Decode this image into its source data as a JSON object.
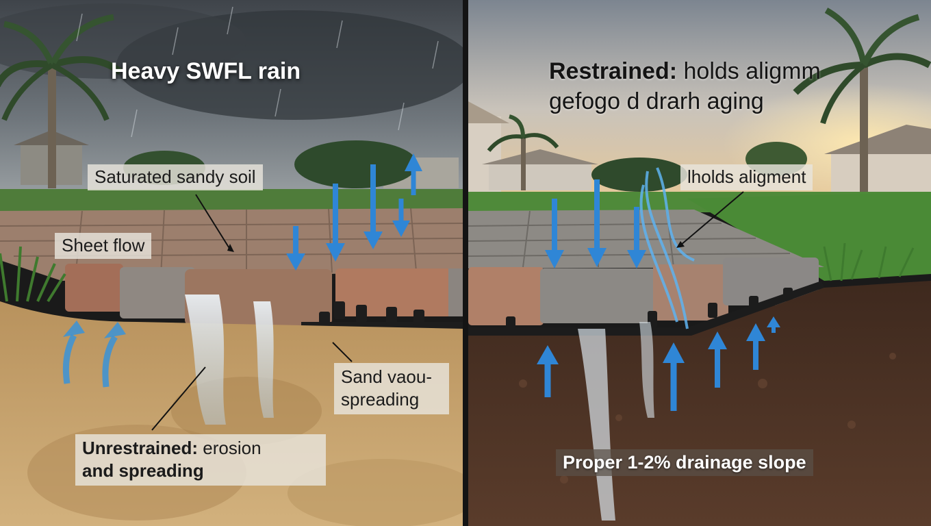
{
  "left": {
    "title": "Heavy SWFL rain",
    "callouts": {
      "soil": "Saturated sandy soil",
      "sheet_flow": "Sheet flow",
      "sand_line1": "Sand vaou-",
      "sand_line2": "spreading",
      "unrestrained_bold": "Unrestrained:",
      "unrestrained_rest": " erosion",
      "unrestrained_line2": "and spreading"
    }
  },
  "right": {
    "title_bold": "Restrained:",
    "title_rest": " holds aligmm",
    "subtitle": "gefogo d drarh aging",
    "callout_alignment": "lholds aligment",
    "slope": "Proper 1-2% drainage slope"
  },
  "colors": {
    "arrow_blue": "#2f86d6",
    "sand": "#c9a774",
    "dark_soil": "#4a3124",
    "grass": "#4f8a3a",
    "paver_tan": "#a97d63",
    "paver_gray": "#8a8784",
    "edge_restraint": "#1e1e1e"
  }
}
